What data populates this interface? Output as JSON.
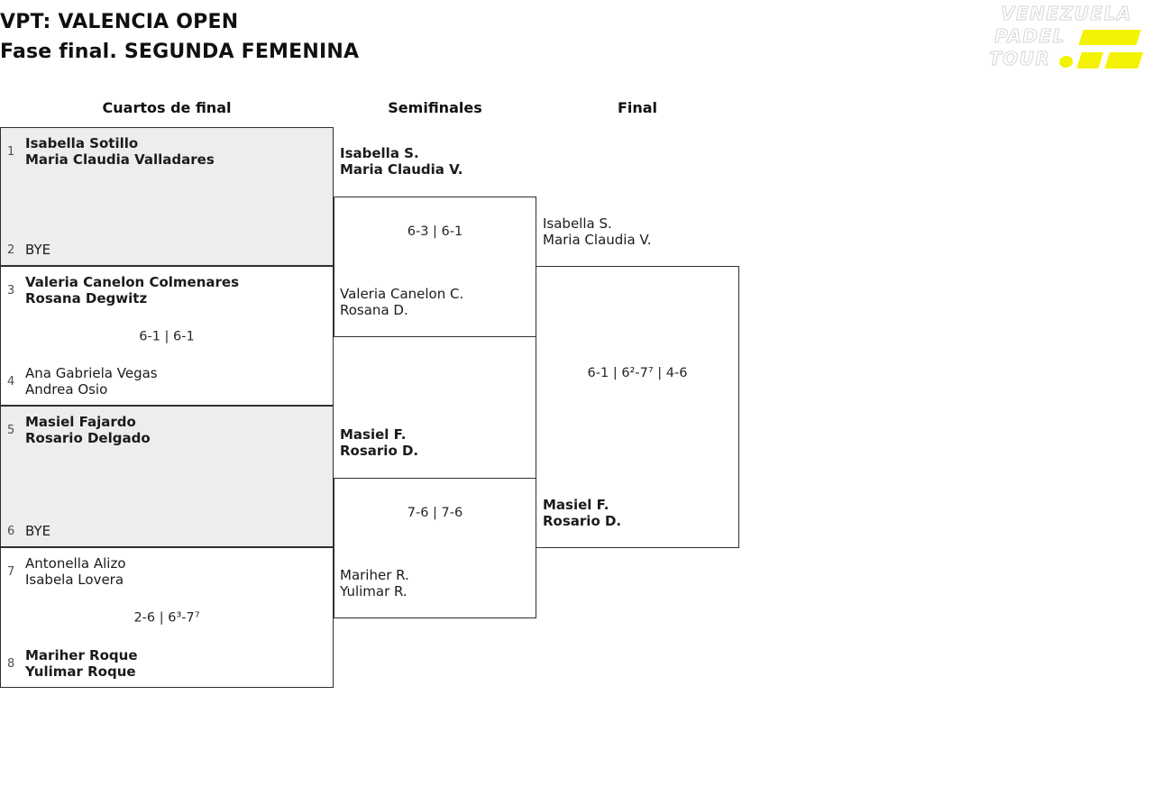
{
  "title": {
    "line1": "VPT: VALENCIA OPEN",
    "line2": "Fase final. SEGUNDA FEMENINA"
  },
  "logo": {
    "lines": [
      "VENEZUELA",
      "PADEL",
      "TOUR"
    ],
    "accent_color": "#f3f303",
    "outline_color": "#d6d6d6"
  },
  "rounds": [
    {
      "label": "Cuartos de final"
    },
    {
      "label": "Semifinales"
    },
    {
      "label": "Final"
    }
  ],
  "bracket": {
    "quarterfinals": [
      {
        "top": {
          "seed": "1",
          "players": [
            "Isabella Sotillo",
            "Maria Claudia Valladares"
          ],
          "winner": true
        },
        "bottom": {
          "seed": "2",
          "players": [
            "BYE"
          ],
          "winner": false
        },
        "score": ""
      },
      {
        "top": {
          "seed": "3",
          "players": [
            "Valeria Canelon Colmenares",
            "Rosana Degwitz"
          ],
          "winner": true
        },
        "bottom": {
          "seed": "4",
          "players": [
            "Ana Gabriela Vegas",
            "Andrea Osio"
          ],
          "winner": false
        },
        "score": "6-1 | 6-1"
      },
      {
        "top": {
          "seed": "5",
          "players": [
            "Masiel Fajardo",
            "Rosario Delgado"
          ],
          "winner": true
        },
        "bottom": {
          "seed": "6",
          "players": [
            "BYE"
          ],
          "winner": false
        },
        "score": ""
      },
      {
        "top": {
          "seed": "7",
          "players": [
            "Antonella Alizo",
            "Isabela Lovera"
          ],
          "winner": false
        },
        "bottom": {
          "seed": "8",
          "players": [
            "Mariher Roque",
            "Yulimar Roque"
          ],
          "winner": true
        },
        "score": "2-6 | 6³-7⁷"
      }
    ],
    "semifinals": [
      {
        "top": {
          "players": [
            "Isabella S.",
            "Maria Claudia V."
          ],
          "winner": true
        },
        "bottom": {
          "players": [
            "Valeria Canelon C.",
            "Rosana D."
          ],
          "winner": false
        },
        "score": "6-3 | 6-1"
      },
      {
        "top": {
          "players": [
            "Masiel F.",
            "Rosario D."
          ],
          "winner": true
        },
        "bottom": {
          "players": [
            "Mariher R.",
            "Yulimar R."
          ],
          "winner": false
        },
        "score": "7-6 | 7-6"
      }
    ],
    "final": {
      "top": {
        "players": [
          "Isabella S.",
          "Maria Claudia V."
        ],
        "winner": false
      },
      "bottom": {
        "players": [
          "Masiel F.",
          "Rosario D."
        ],
        "winner": true
      },
      "score": "6-1 | 6²-7⁷ | 4-6"
    }
  },
  "colors": {
    "shaded_box": "#ededed",
    "border": "#2f2f2f",
    "text": "#1b1b1b",
    "seed": "#4f4f4f"
  }
}
